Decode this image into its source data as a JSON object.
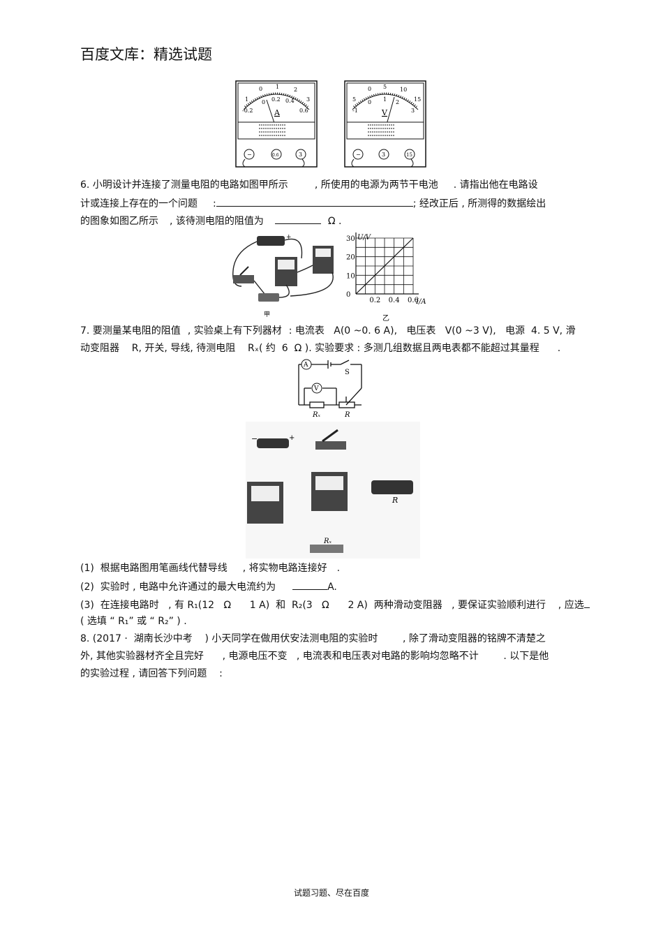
{
  "header": {
    "title": "百度文库：精选试题"
  },
  "meters": {
    "ammeter": {
      "scale_top": [
        "1",
        "0",
        "1",
        "2",
        "3"
      ],
      "scale_bottom": [
        "-0.2",
        "0",
        "0.2",
        "0.4",
        "0.6"
      ],
      "unit": "A",
      "terminals": [
        "−",
        "0.6",
        "3"
      ]
    },
    "voltmeter": {
      "scale_top": [
        "5",
        "0",
        "5",
        "10",
        "15"
      ],
      "scale_bottom": [
        "-1",
        "0",
        "1",
        "2",
        "3"
      ],
      "unit": "V",
      "terminals": [
        "−",
        "3",
        "15"
      ]
    }
  },
  "q6": {
    "line1a": "6. 小明设计并连接了测量电阻的电路如图甲所示",
    "line1b": ", 所使用的电源为两节干电池",
    "line1c": ". 请指出他在电路设",
    "line2a": "计或连接上存在的一个问题",
    "line2b": ":",
    "line2c": "; 经改正后 , 所测得的数据绘出",
    "line3a": "的图象如图乙所示",
    "line3b": ", 该待测电阻的阻值为",
    "line3c": "Ω .",
    "fig_jia": "甲",
    "fig_yi": "乙"
  },
  "chart_data": {
    "type": "line",
    "xlabel": "I/A",
    "ylabel": "U/V",
    "x_ticks": [
      "0.2",
      "0.4",
      "0.6"
    ],
    "y_ticks": [
      "0",
      "10",
      "20",
      "30"
    ],
    "xlim": [
      0,
      0.6
    ],
    "ylim": [
      0,
      30
    ],
    "grid": true,
    "series": [
      {
        "x": [
          0,
          0.6
        ],
        "y": [
          0,
          30
        ]
      }
    ]
  },
  "q7": {
    "line1a": "7. 要测量某电阻的阻值",
    "line1b": ", 实验桌上有下列器材",
    "line1c": ": 电流表   A(0 ~0. 6 A),   电压表   V(0 ~3 V),   电源  4. 5 V, 滑",
    "line2a": "动变阻器    R, 开关, 导线, 待测电阻    Rₓ( 约  6  Ω ). 实验要求 : 多测几组数据且两电表都不能超过其量程",
    "line2b": ".",
    "circuit_labels": {
      "switch": "S",
      "rx": "Rₓ",
      "r": "R",
      "ammeter": "A",
      "voltmeter": "V"
    },
    "parts_labels": {
      "rheostat": "R",
      "rx": "Rₓ",
      "plus": "+",
      "minus": "−"
    },
    "sub1a": "(1)  根据电路图用笔画线代替导线",
    "sub1b": ", 将实物电路连接好",
    "sub1c": ".",
    "sub2a": "(2)  实验时 , 电路中允许通过的最大电流约为",
    "sub2b": "A.",
    "sub3": "(3)  在连接电路时   , 有 R₁(12   Ω      1 A)  和  R₂(3   Ω      2 A)  两种滑动变阻器   , 要保证实验顺利进行    , 应选",
    "sub3b": "( 选填 “ R₁” 或 “ R₂” ) ."
  },
  "q8": {
    "line1": "8. (2017 ·  湖南长沙中考    ) 小天同学在做用伏安法测电阻的实验时        , 除了滑动变阻器的铭牌不清楚之",
    "line2": "外, 其他实验器材齐全且完好      , 电源电压不变   , 电流表和电压表对电路的影响均忽略不计        . 以下是他",
    "line3": "的实验过程 , 请回答下列问题    :"
  },
  "footer": {
    "text": "试题习题、尽在百度"
  }
}
